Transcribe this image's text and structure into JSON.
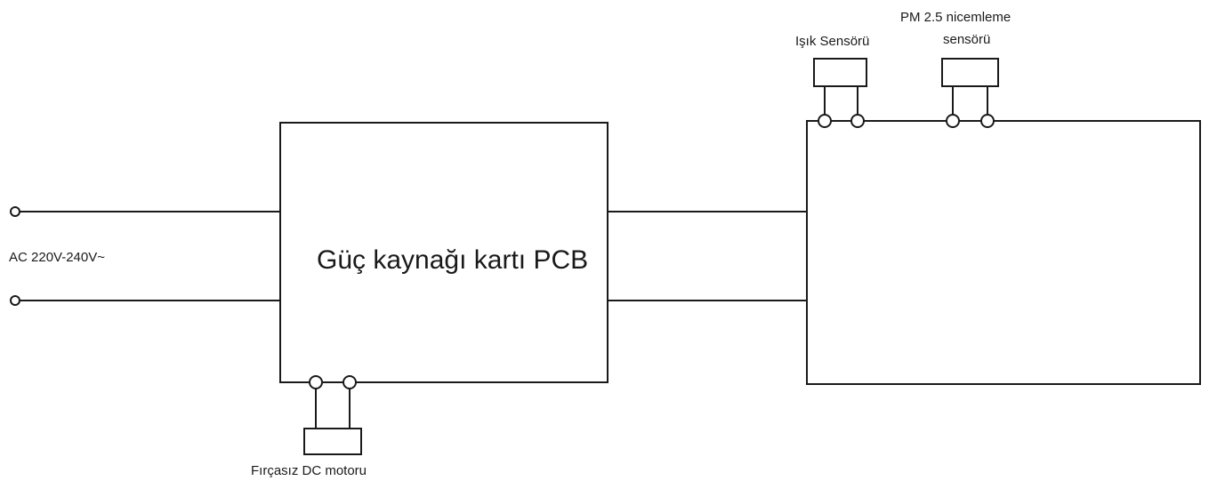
{
  "diagram": {
    "power_input_label": "AC 220V-240V~",
    "psu_board_label": "Güç kaynağı kartı PCB",
    "motor_label": "Fırçasız DC motoru",
    "light_sensor_label": "Işık Sensörü",
    "pm_sensor_label_line1": "PM 2.5 nicemleme",
    "pm_sensor_label_line2": "sensörü"
  },
  "colors": {
    "line": "#1a1a1a",
    "background": "#ffffff"
  }
}
